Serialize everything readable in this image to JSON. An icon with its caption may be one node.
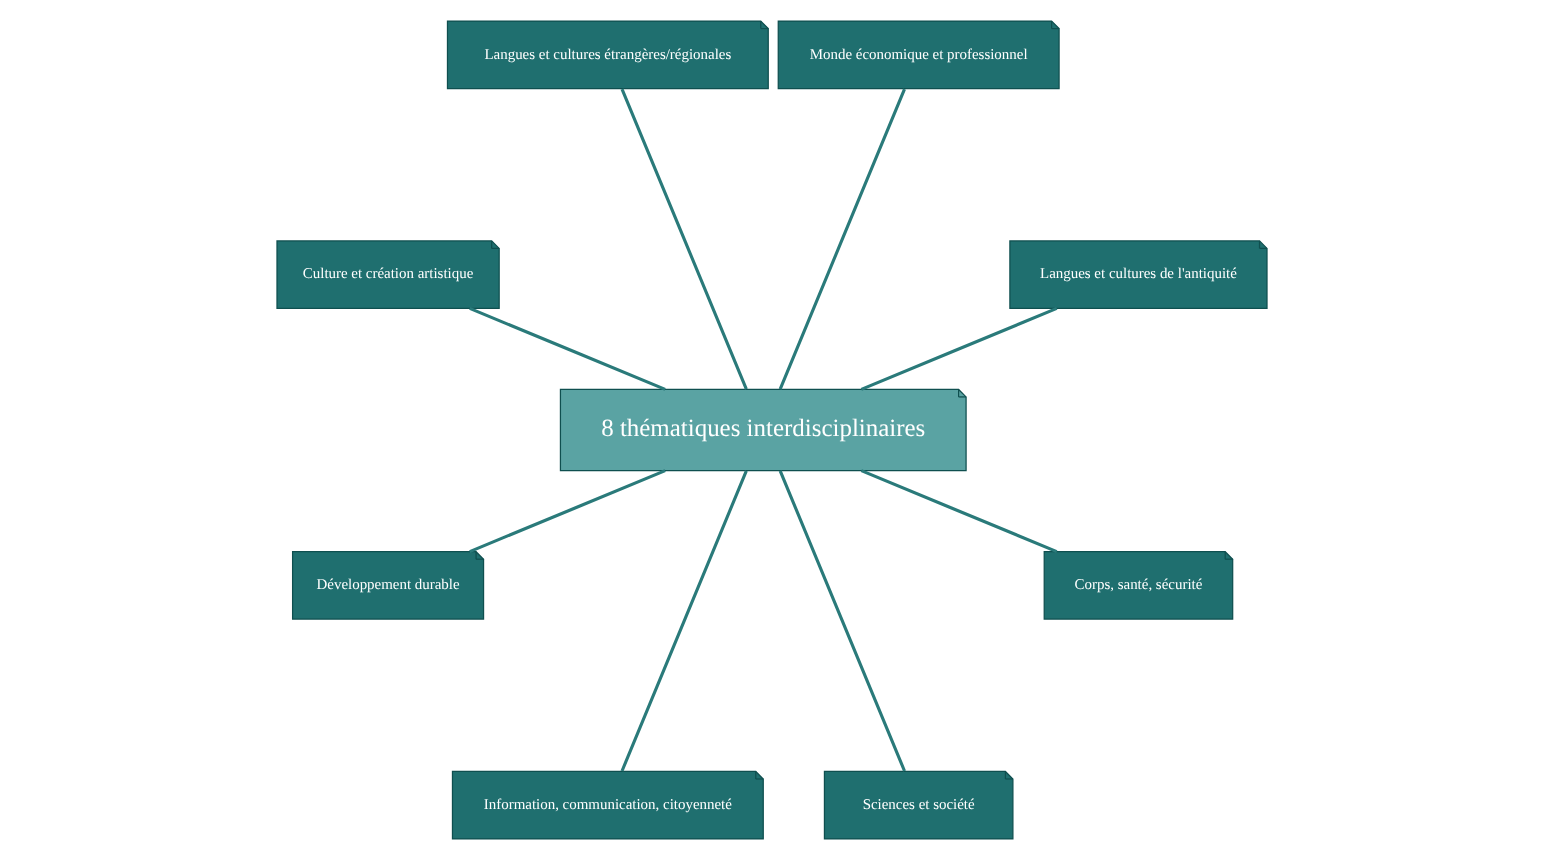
{
  "diagram": {
    "nodes": [
      {
        "text": [
          "Langues et cultures de l'antiquité"
        ]
      },
      {
        "text": [
          "Monde économique et professionnel"
        ]
      },
      {
        "text": [
          "Langues et cultures étrangères/régionales"
        ]
      },
      {
        "text": [
          "8 thématiques interdisciplinaires"
        ]
      },
      {
        "text": [
          "Culture et création artistique"
        ]
      },
      {
        "text": [
          "Développement durable"
        ]
      },
      {
        "text": [
          "Information, communication, citoyenneté"
        ]
      },
      {
        "text": [
          "Sciences et société"
        ]
      },
      {
        "text": [
          "Corps, santé, sécurité"
        ]
      }
    ],
    "edges": [
      {
        "from": 3,
        "to": 0,
        "arrow": "none"
      },
      {
        "from": 3,
        "to": 1,
        "arrow": "none"
      },
      {
        "from": 3,
        "to": 2,
        "arrow": "none"
      },
      {
        "from": 3,
        "to": 4,
        "arrow": "none"
      },
      {
        "from": 3,
        "to": 5,
        "arrow": "none"
      },
      {
        "from": 3,
        "to": 6,
        "arrow": "none"
      },
      {
        "from": 3,
        "to": 7,
        "arrow": "none"
      },
      {
        "from": 3,
        "to": 8,
        "arrow": "none"
      }
    ]
  }
}
